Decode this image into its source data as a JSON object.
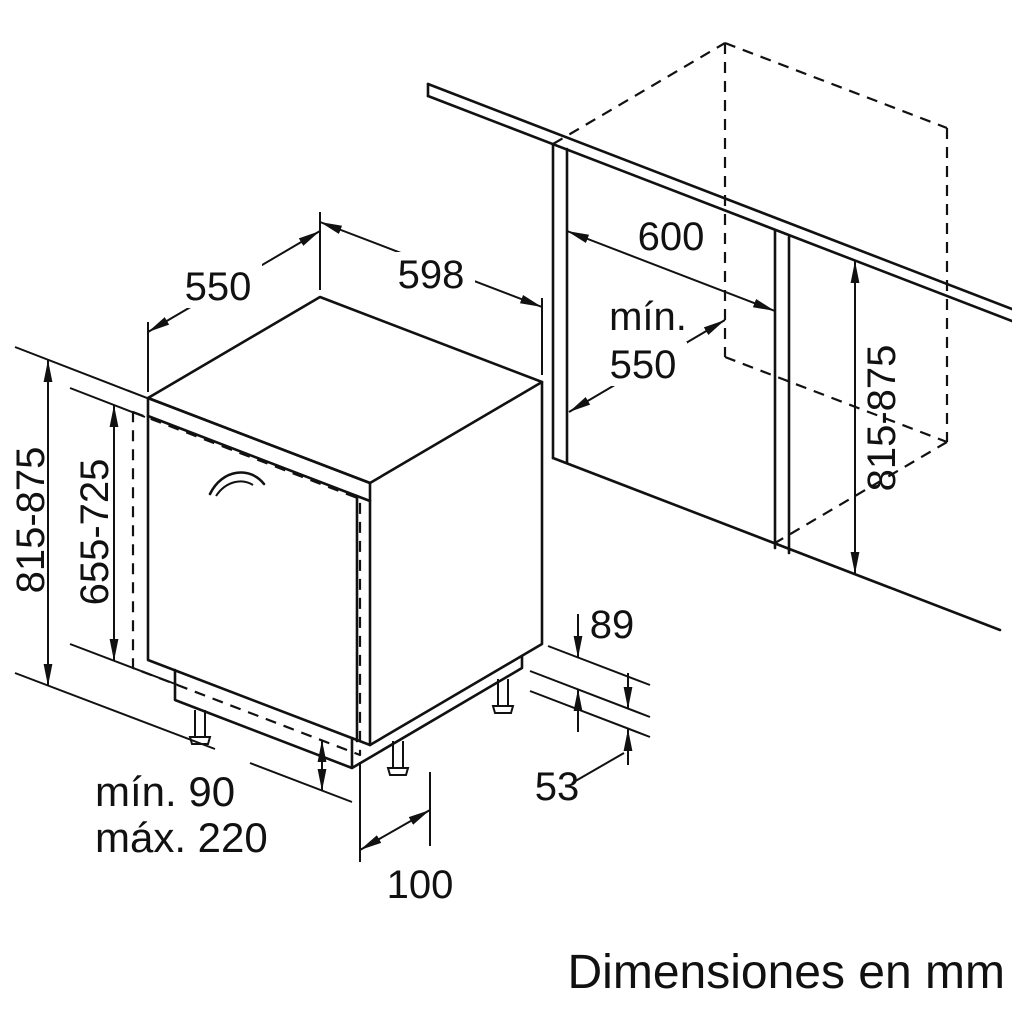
{
  "colors": {
    "line": "#111111",
    "background": "#ffffff"
  },
  "labels": {
    "top_depth": "550",
    "top_width": "598",
    "niche_width": "600",
    "niche_depth_min_prefix": "mín.",
    "niche_depth_min_value": "550",
    "left_total_height": "815-875",
    "left_door_height": "655-725",
    "right_niche_height": "815-875",
    "base_height": "89",
    "base_inset": "53",
    "feet_min": "mín. 90",
    "feet_max": "máx. 220",
    "plinth_depth": "100",
    "footer_note": "Dimensiones en mm"
  }
}
